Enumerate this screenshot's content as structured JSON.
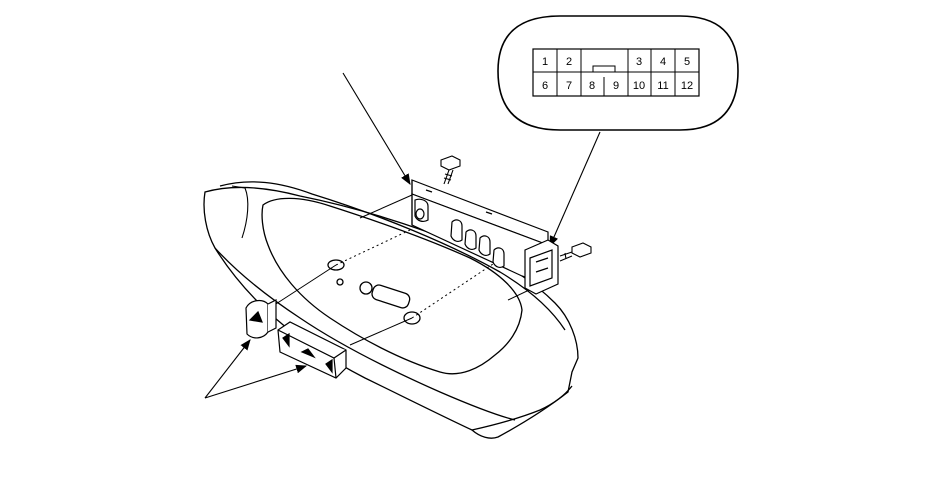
{
  "connector": {
    "pins_top": [
      "1",
      "2",
      "3",
      "4",
      "5"
    ],
    "pins_bottom": [
      "6",
      "7",
      "8",
      "9",
      "10",
      "11",
      "12"
    ]
  },
  "colors": {
    "line": "#000000",
    "background": "#ffffff"
  }
}
